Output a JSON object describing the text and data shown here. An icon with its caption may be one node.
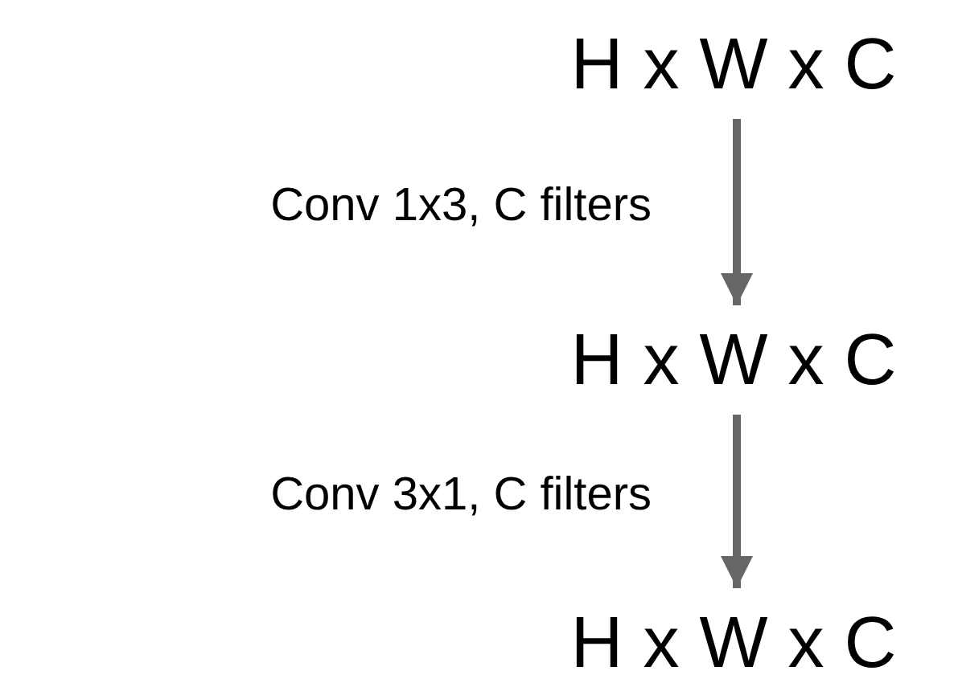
{
  "diagram": {
    "nodes": [
      {
        "text": [
          "H x W x C"
        ]
      },
      {
        "text": [
          "H x W x C"
        ]
      },
      {
        "text": [
          "H x W x C"
        ]
      }
    ],
    "edges": [
      {
        "from": 0,
        "to": 1,
        "arrow": "to",
        "label": "Conv 1x3, C filters"
      },
      {
        "from": 1,
        "to": 2,
        "arrow": "to",
        "label": "Conv 3x1, C filters"
      }
    ]
  }
}
